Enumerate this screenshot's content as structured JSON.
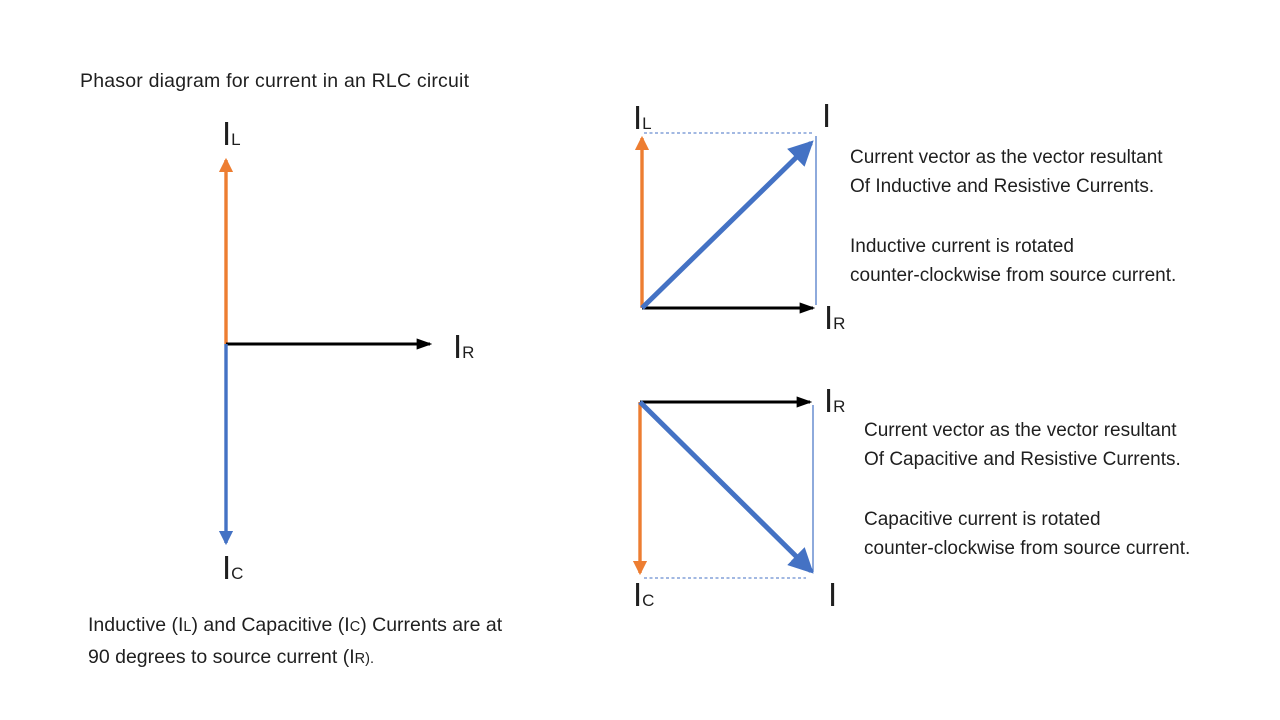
{
  "title": "Phasor diagram for current in an RLC circuit",
  "colors": {
    "orange": "#ED7D31",
    "blue": "#4472C4",
    "black": "#000000",
    "background": "#FFFFFF",
    "text": "#1F1F1F"
  },
  "left_diagram": {
    "labels": {
      "inductive": {
        "main": "I",
        "sub": "L"
      },
      "resistive": {
        "main": "I",
        "sub": "R"
      },
      "capacitive": {
        "main": "I",
        "sub": "C"
      }
    },
    "caption": {
      "line1_a": "Inductive (I",
      "line1_sub1": "L",
      "line1_b": ") and Capacitive (I",
      "line1_sub2": "C",
      "line1_c": ") Currents are at",
      "line2_a": "90 degrees to source current (I",
      "line2_sub": "R)."
    }
  },
  "top_right_diagram": {
    "labels": {
      "inductive": {
        "main": "I",
        "sub": "L"
      },
      "resultant": {
        "main": "I",
        "sub": ""
      },
      "resistive": {
        "main": "I",
        "sub": "R"
      }
    },
    "text": {
      "line1": "Current vector as the vector resultant",
      "line2": "Of Inductive and Resistive Currents.",
      "line3": "Inductive current is rotated",
      "line4": "counter-clockwise from source current."
    }
  },
  "bottom_right_diagram": {
    "labels": {
      "resistive": {
        "main": "I",
        "sub": "R"
      },
      "capacitive": {
        "main": "I",
        "sub": "C"
      },
      "resultant": {
        "main": "I",
        "sub": ""
      }
    },
    "text": {
      "line1": "Current vector as the vector resultant",
      "line2": "Of Capacitive and Resistive Currents.",
      "line3": "Capacitive current is rotated",
      "line4": "counter-clockwise from source current."
    }
  },
  "vectors": {
    "left": [
      {
        "name": "inductive current IL",
        "color": "#ED7D31",
        "direction": "up"
      },
      {
        "name": "resistive source current IR",
        "color": "#000000",
        "direction": "right"
      },
      {
        "name": "capacitive current IC",
        "color": "#4472C4",
        "direction": "down"
      }
    ],
    "top_right": [
      {
        "name": "inductive current IL",
        "color": "#ED7D31",
        "direction": "up"
      },
      {
        "name": "resistive source current IR",
        "color": "#000000",
        "direction": "right"
      },
      {
        "name": "resultant current I",
        "color": "#4472C4",
        "direction": "up-right diagonal"
      }
    ],
    "bottom_right": [
      {
        "name": "resistive source current IR",
        "color": "#000000",
        "direction": "right"
      },
      {
        "name": "capacitive current IC",
        "color": "#ED7D31",
        "direction": "down"
      },
      {
        "name": "resultant current I",
        "color": "#4472C4",
        "direction": "down-right diagonal"
      }
    ]
  }
}
